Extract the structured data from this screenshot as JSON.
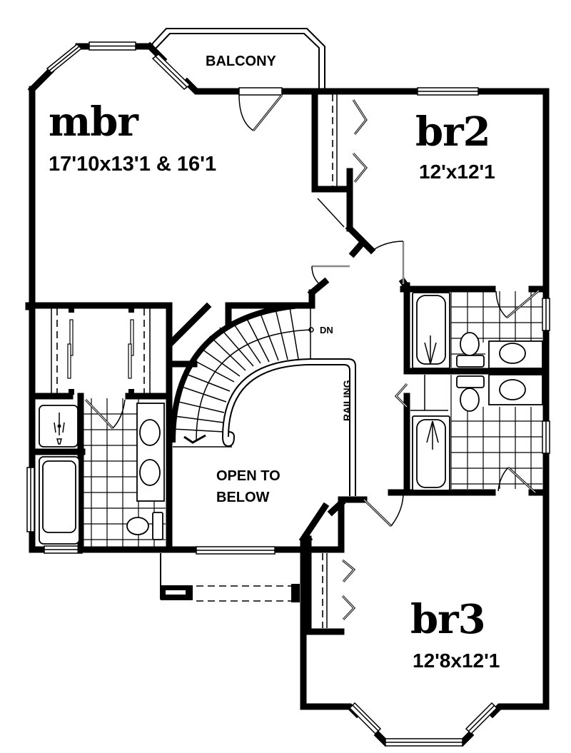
{
  "plan": {
    "rooms": {
      "mbr": {
        "name": "mbr",
        "dimensions": "17'10x13'1 & 16'1"
      },
      "br2": {
        "name": "br2",
        "dimensions": "12'x12'1"
      },
      "br3": {
        "name": "br3",
        "dimensions": "12'8x12'1"
      }
    },
    "labels": {
      "balcony": "BALCONY",
      "open_to_below_line1": "OPEN TO",
      "open_to_below_line2": "BELOW",
      "railing": "RAILING",
      "stairs_down": "DN"
    },
    "colors": {
      "wall": "#000000",
      "background": "#ffffff"
    }
  }
}
